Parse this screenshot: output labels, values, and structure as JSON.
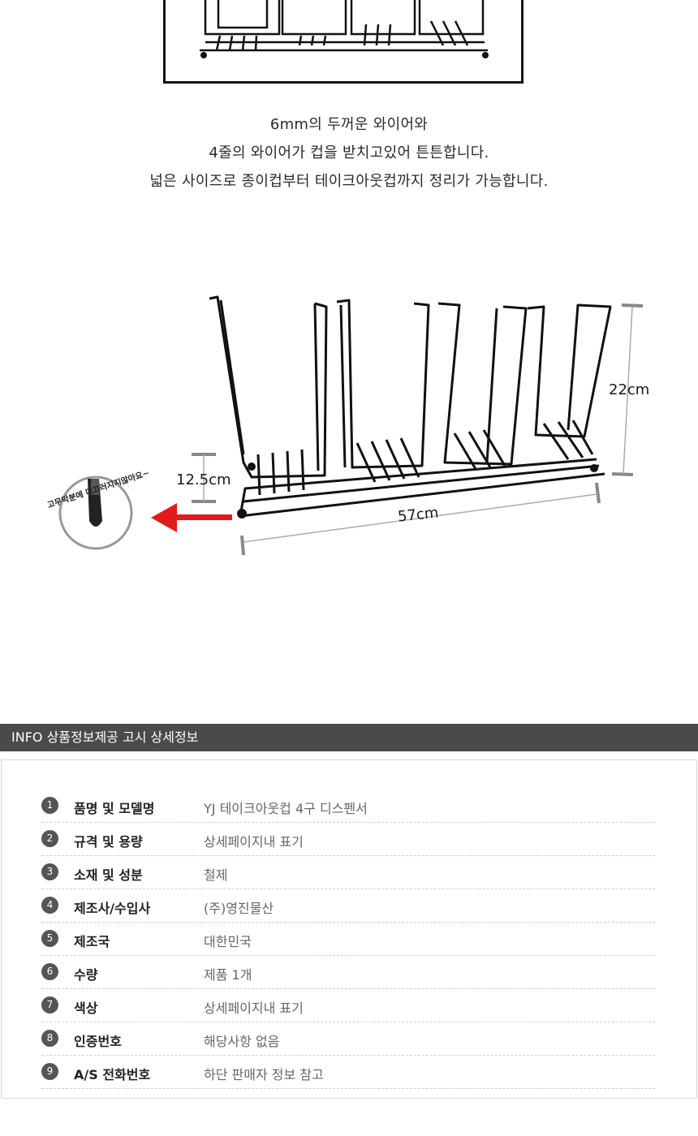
{
  "description": {
    "line1": "6mm의 두꺼운 와이어와",
    "line2": "4줄의 와이어가 컵을 받치고있어 튼튼합니다.",
    "line3": "넓은 사이즈로 종이컵부터 테이크아웃컵까지 정리가 가능합니다."
  },
  "dimensions": {
    "height": "22cm",
    "base_height": "12.5cm",
    "width": "57cm",
    "rubber_note": "고무막분에 미끄러지지않아요~"
  },
  "info": {
    "title": "INFO 상품정보제공 고시 상세정보",
    "rows": [
      {
        "num": "1",
        "label": "품명 및 모델명",
        "value": "YJ  테이크아웃컵 4구 디스펜서"
      },
      {
        "num": "2",
        "label": "규격 및 용량",
        "value": "상세페이지내 표기"
      },
      {
        "num": "3",
        "label": "소재 및 성분",
        "value": "철제"
      },
      {
        "num": "4",
        "label": "제조사/수입사",
        "value": "(주)영진물산"
      },
      {
        "num": "5",
        "label": "제조국",
        "value": "대한민국"
      },
      {
        "num": "6",
        "label": "수량",
        "value": "제품 1개"
      },
      {
        "num": "7",
        "label": "색상",
        "value": "상세페이지내 표기"
      },
      {
        "num": "8",
        "label": "인증번호",
        "value": "해당사항 없음"
      },
      {
        "num": "9",
        "label": "A/S 전화번호",
        "value": "하단 판매자 정보 참고"
      }
    ]
  }
}
